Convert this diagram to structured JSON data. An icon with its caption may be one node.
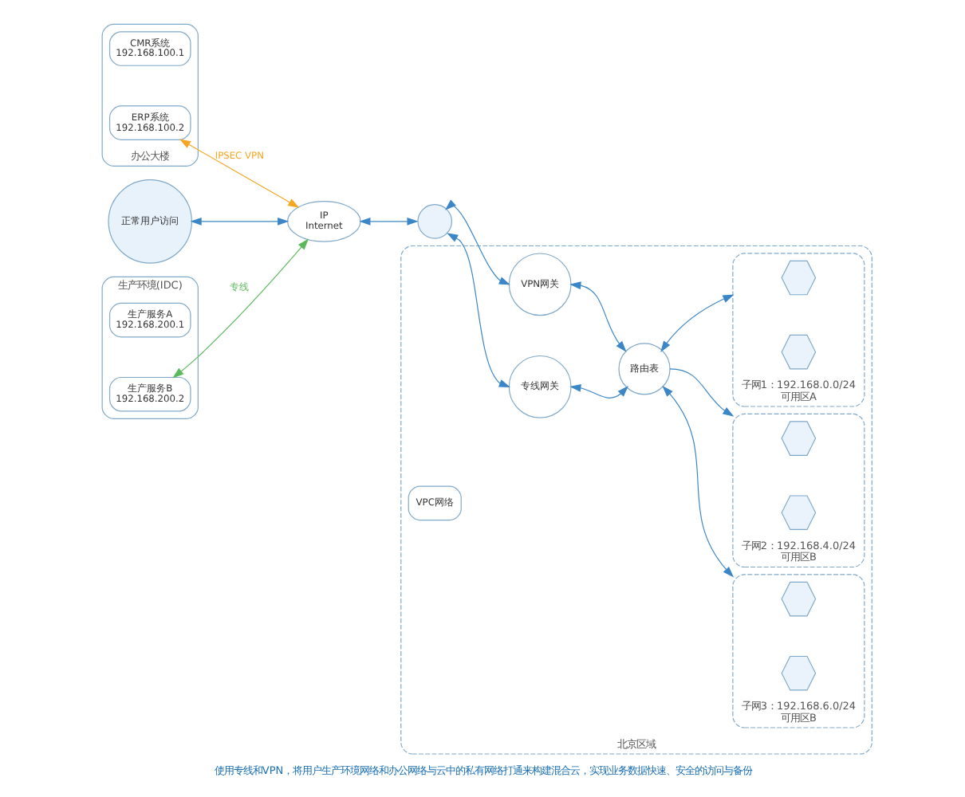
{
  "diagram": {
    "caption": "使用专线和VPN，将用户生产环境网络和办公网络与云中的私有网络打通来构建混合云，实现业务数据快速、安全的访问与备份",
    "nodes": [
      {
        "text": [
          "生产环境(IDC)"
        ]
      },
      {
        "text": [
          "生产服务A",
          "192.168.200.1"
        ],
        "in": 0
      },
      {
        "text": [
          "生产服务B",
          "192.168.200.2"
        ],
        "in": 0
      },
      {
        "text": [
          "正常用户访问"
        ]
      },
      {
        "text": [
          "IP",
          "Internet"
        ]
      },
      {
        "text": [
          "办公大楼"
        ]
      },
      {
        "text": [
          "CMR系统",
          "192.168.100.1"
        ],
        "in": 5
      },
      {
        "text": [
          "ERP系统",
          "192.168.100.2"
        ],
        "in": 5
      },
      {
        "text": [
          "北京区域"
        ]
      },
      {
        "text": [
          "VPC网络"
        ],
        "in": 8
      },
      {
        "text": [],
        "shape": "circle"
      },
      {
        "text": [
          "VPN网关"
        ],
        "in": 8
      },
      {
        "text": [
          "专线网关"
        ],
        "in": 8
      },
      {
        "text": [
          "路由表"
        ],
        "in": 8
      },
      {
        "text": [
          "子网1：192.168.0.0/24",
          "可用区A"
        ],
        "in": 8
      },
      {
        "text": [],
        "shape": "hexagon",
        "in": 14
      },
      {
        "text": [],
        "shape": "hexagon",
        "in": 14
      },
      {
        "text": [
          "子网2：192.168.4.0/24",
          "可用区B"
        ],
        "in": 8
      },
      {
        "text": [],
        "shape": "hexagon",
        "in": 17
      },
      {
        "text": [],
        "shape": "hexagon",
        "in": 17
      },
      {
        "text": [
          "子网3：192.168.6.0/24",
          "可用区B"
        ],
        "in": 8
      },
      {
        "text": [],
        "shape": "hexagon",
        "in": 20
      },
      {
        "text": [],
        "shape": "hexagon",
        "in": 20
      }
    ],
    "edges": [
      {
        "from": 4,
        "to": 2,
        "arrow": "both",
        "label": "专线",
        "color": "#5cb85c"
      },
      {
        "from": 4,
        "to": 7,
        "arrow": "both",
        "label": "IPSEC VPN",
        "color": "#f5a623"
      },
      {
        "from": 3,
        "to": 4,
        "arrow": "both"
      },
      {
        "from": 4,
        "to": 10,
        "arrow": "both"
      },
      {
        "from": 10,
        "to": 11,
        "arrow": "both"
      },
      {
        "from": 10,
        "to": 12,
        "arrow": "both"
      },
      {
        "from": 11,
        "to": 13,
        "arrow": "both"
      },
      {
        "from": 12,
        "to": 13,
        "arrow": "both"
      },
      {
        "from": 13,
        "to": 14,
        "arrow": "both"
      },
      {
        "from": 13,
        "to": 17,
        "arrow": "to"
      },
      {
        "from": 13,
        "to": 20,
        "arrow": "both"
      }
    ]
  }
}
